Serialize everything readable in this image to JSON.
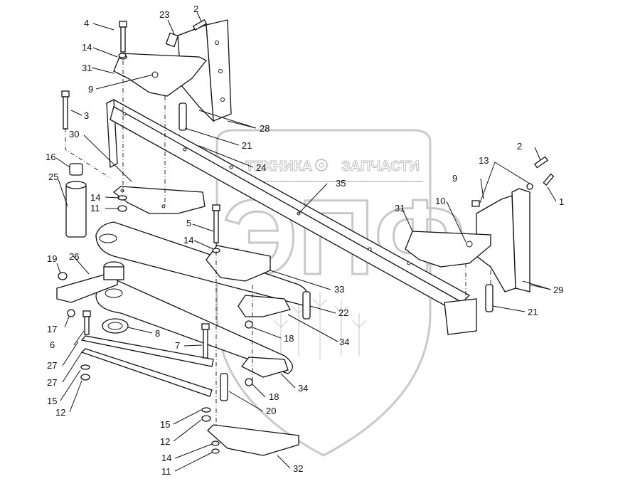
{
  "diagram": {
    "type": "exploded-parts-diagram",
    "watermark": {
      "top_text_left": "ТЕХНИКА",
      "top_text_right": "ЗАПЧАСТИ",
      "logo_letters": "ЭПФ",
      "icon": "gear-icon"
    },
    "callouts": [
      {
        "id": "c4",
        "number": "4"
      },
      {
        "id": "c23",
        "number": "23"
      },
      {
        "id": "c2a",
        "number": "2"
      },
      {
        "id": "c14a",
        "number": "14"
      },
      {
        "id": "c31a",
        "number": "31"
      },
      {
        "id": "c9a",
        "number": "9"
      },
      {
        "id": "c3",
        "number": "3"
      },
      {
        "id": "c28",
        "number": "28"
      },
      {
        "id": "c30",
        "number": "30"
      },
      {
        "id": "c21a",
        "number": "21"
      },
      {
        "id": "c24",
        "number": "24"
      },
      {
        "id": "c16",
        "number": "16"
      },
      {
        "id": "c25",
        "number": "25"
      },
      {
        "id": "c14b",
        "number": "14"
      },
      {
        "id": "c11a",
        "number": "11"
      },
      {
        "id": "c35",
        "number": "35"
      },
      {
        "id": "c2b",
        "number": "2"
      },
      {
        "id": "c13",
        "number": "13"
      },
      {
        "id": "c9b",
        "number": "9"
      },
      {
        "id": "c1",
        "number": "1"
      },
      {
        "id": "c10",
        "number": "10"
      },
      {
        "id": "c31b",
        "number": "31"
      },
      {
        "id": "c5",
        "number": "5"
      },
      {
        "id": "c14c",
        "number": "14"
      },
      {
        "id": "c29",
        "number": "29"
      },
      {
        "id": "c21b",
        "number": "21"
      },
      {
        "id": "c19",
        "number": "19"
      },
      {
        "id": "c26",
        "number": "26"
      },
      {
        "id": "c33",
        "number": "33"
      },
      {
        "id": "c22",
        "number": "22"
      },
      {
        "id": "c17",
        "number": "17"
      },
      {
        "id": "c8",
        "number": "8"
      },
      {
        "id": "c6",
        "number": "6"
      },
      {
        "id": "c18a",
        "number": "18"
      },
      {
        "id": "c34a",
        "number": "34"
      },
      {
        "id": "c7",
        "number": "7"
      },
      {
        "id": "c27a",
        "number": "27"
      },
      {
        "id": "c27b",
        "number": "27"
      },
      {
        "id": "c34b",
        "number": "34"
      },
      {
        "id": "c15a",
        "number": "15"
      },
      {
        "id": "c18b",
        "number": "18"
      },
      {
        "id": "c12a",
        "number": "12"
      },
      {
        "id": "c20",
        "number": "20"
      },
      {
        "id": "c15b",
        "number": "15"
      },
      {
        "id": "c12b",
        "number": "12"
      },
      {
        "id": "c14d",
        "number": "14"
      },
      {
        "id": "c11b",
        "number": "11"
      },
      {
        "id": "c32",
        "number": "32"
      }
    ]
  }
}
